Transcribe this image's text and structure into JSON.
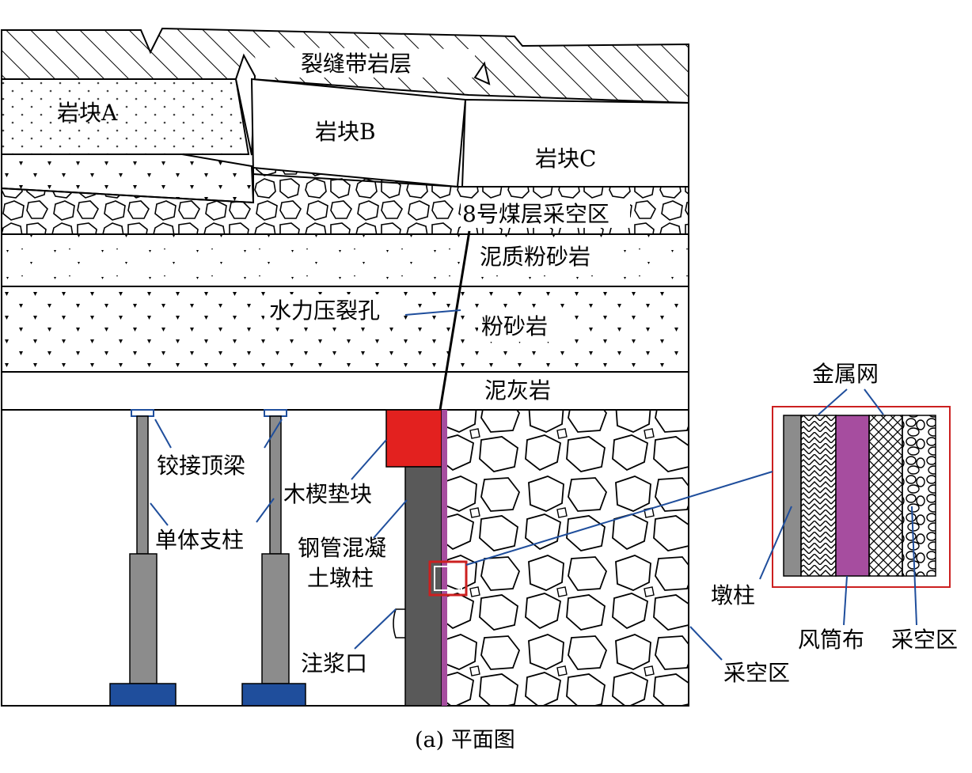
{
  "labels": {
    "fracture_zone": "裂缝带岩层",
    "block_a": "岩块A",
    "block_b": "岩块B",
    "block_c": "岩块C",
    "goaf_8": "8号煤层采空区",
    "mudstone_silt": "泥质粉砂岩",
    "hydro_crack": "水力压裂孔",
    "siltstone": "粉砂岩",
    "marlstone": "泥灰岩",
    "hinge_beam": "铰接顶梁",
    "wood_pad": "木楔垫块",
    "single_prop": "单体支柱",
    "cfst_line1": "钢管混凝",
    "cfst_line2": "土墩柱",
    "grout_port": "注浆口",
    "goaf": "采空区",
    "metal_mesh": "金属网",
    "pier": "墩柱",
    "air_duct_cloth": "风筒布",
    "detail_goaf": "采空区"
  },
  "caption": "(a) 平面图",
  "colors": {
    "wood_pad": "#e3211f",
    "steel_column": "#595959",
    "prop": "#8c8c8c",
    "base": "#1f4e9c",
    "cloth": "#a64d9f",
    "leader": "#1f4e9c",
    "detail_frame": "#cc2020"
  }
}
